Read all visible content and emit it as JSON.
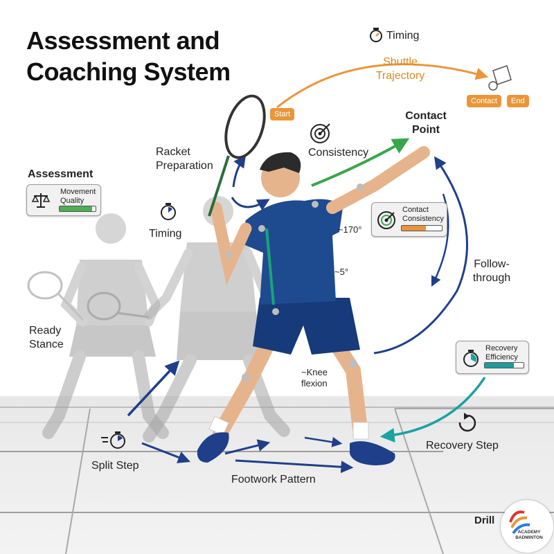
{
  "title": {
    "line1": "Assessment and",
    "line2": "Coaching System"
  },
  "labels": {
    "timing_top": "Timing",
    "shuttle_trajectory": "Shuttle\nTrajectory",
    "start": "Start",
    "contact": "Contact",
    "end": "End",
    "contact_point": "Contact\nPoint",
    "consistency": "Consistency",
    "racket_preparation": "Racket\nPreparation",
    "assessment": "Assessment",
    "timing_mid": "Timing",
    "angle_170": "~170°",
    "angle_5": "~5°",
    "follow_through": "Follow-\nthrough",
    "ready_stance": "Ready\nStance",
    "knee_flexion": "~Knee\nflexion",
    "recovery_step": "Recovery Step",
    "split_step": "Split Step",
    "footwork_pattern": "Footwork Pattern",
    "drill": "Drill",
    "logo": "ACADEMY BADMINTON"
  },
  "cards": {
    "movement_quality": {
      "label": "Movement\nQuality",
      "level": 0.9,
      "color": "#4caf50"
    },
    "contact_consistency": {
      "label": "Contact\nConsistency",
      "level": 0.6,
      "color": "#e9963a"
    },
    "recovery_efficiency": {
      "label": "Recovery\nEfficiency",
      "level": 0.75,
      "color": "#1e9c9c"
    }
  },
  "colors": {
    "orange": "#e9963a",
    "green": "#3aa64a",
    "blue": "#1f3f8a",
    "teal": "#1aa3a0",
    "shirt": "#1e4b8f",
    "shorts": "#163a7a",
    "skin": "#e6b48c",
    "ghost": "#9b9b9b"
  },
  "icons": [
    "stopwatch-icon",
    "target-icon",
    "balance-scale-icon",
    "shuttlecock-icon",
    "racket-icon",
    "recovery-arrow-icon",
    "checkmark-icon"
  ]
}
